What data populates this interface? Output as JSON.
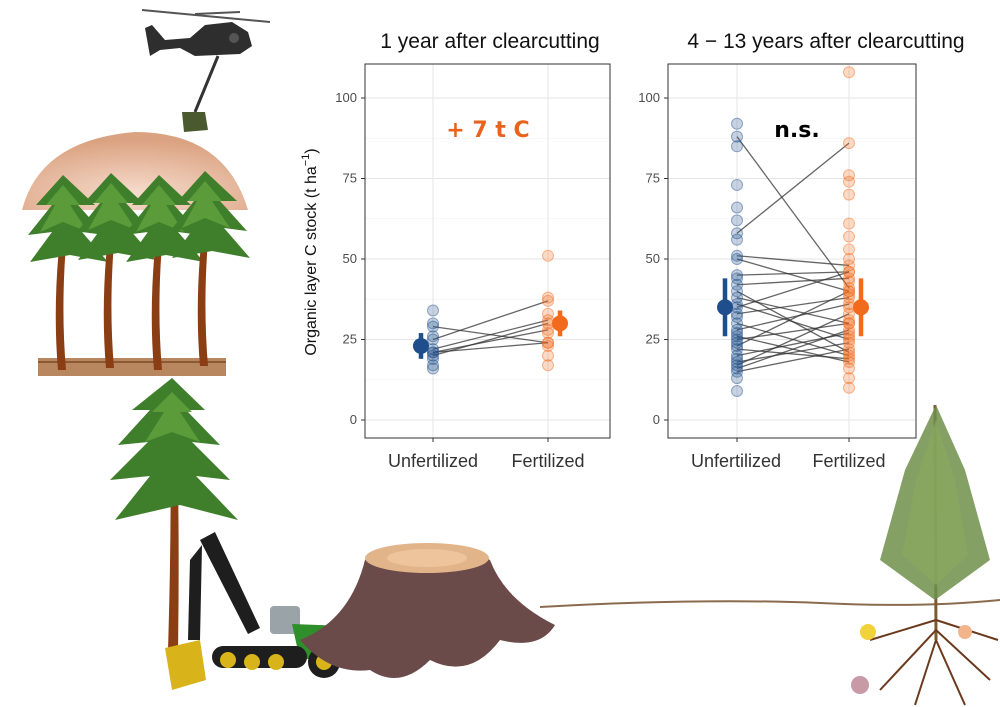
{
  "chart_data": [
    {
      "type": "scatter",
      "title": "1 year after clearcutting",
      "ylabel_main": "Organic layer C stock (t ha",
      "ylabel_unit_sup": "−1",
      "ylabel_close": ")",
      "categories": [
        "Unfertilized",
        "Fertilized"
      ],
      "ylim": [
        -5,
        110
      ],
      "yticks": [
        0,
        25,
        50,
        75,
        100
      ],
      "grid": true,
      "annotation": "+ 7 t C",
      "annotation_color": "#e8641e",
      "colors": {
        "Unfertilized": "#1f4e8c",
        "Fertilized": "#f26b1d"
      },
      "pairs": [
        [
          29,
          24
        ],
        [
          25,
          37
        ],
        [
          22,
          31
        ],
        [
          21,
          28
        ],
        [
          21,
          24
        ],
        [
          20,
          30
        ]
      ],
      "extra_points": {
        "Unfertilized": [
          34,
          30,
          26,
          19,
          17,
          16
        ],
        "Fertilized": [
          51,
          38,
          33,
          27,
          23,
          20,
          17
        ]
      },
      "summary": [
        {
          "group": "Unfertilized",
          "mean": 23,
          "low": 19,
          "high": 27
        },
        {
          "group": "Fertilized",
          "mean": 30,
          "low": 26,
          "high": 34
        }
      ]
    },
    {
      "type": "scatter",
      "title": "4 − 13 years after clearcutting",
      "categories": [
        "Unfertilized",
        "Fertilized"
      ],
      "ylim": [
        -5,
        110
      ],
      "yticks": [
        0,
        25,
        50,
        75,
        100
      ],
      "grid": true,
      "annotation": "n.s.",
      "annotation_color": "#000000",
      "colors": {
        "Unfertilized": "#1f4e8c",
        "Fertilized": "#f26b1d"
      },
      "pairs": [
        [
          88,
          41
        ],
        [
          58,
          86
        ],
        [
          51,
          48
        ],
        [
          50,
          40
        ],
        [
          45,
          46
        ],
        [
          42,
          44
        ],
        [
          40,
          21
        ],
        [
          38,
          30
        ],
        [
          36,
          25
        ],
        [
          35,
          46
        ],
        [
          33,
          38
        ],
        [
          30,
          20
        ],
        [
          28,
          36
        ],
        [
          26,
          18
        ],
        [
          25,
          30
        ],
        [
          23,
          40
        ],
        [
          22,
          19
        ],
        [
          20,
          27
        ],
        [
          18,
          24
        ],
        [
          17,
          33
        ],
        [
          16,
          28
        ],
        [
          15,
          22
        ]
      ],
      "extra_points": {
        "Unfertilized": [
          92,
          85,
          73,
          66,
          62,
          56,
          44,
          32,
          27,
          24,
          19,
          13,
          9
        ],
        "Fertilized": [
          108,
          76,
          74,
          70,
          61,
          57,
          53,
          50,
          43,
          39,
          35,
          31,
          26,
          16,
          13,
          10
        ]
      },
      "summary": [
        {
          "group": "Unfertilized",
          "mean": 35,
          "low": 26,
          "high": 44
        },
        {
          "group": "Fertilized",
          "mean": 35,
          "low": 26,
          "high": 44
        }
      ]
    }
  ],
  "illustration": {
    "helicopter": "helicopter-icon",
    "fertilizer_cloud": "fertilizer-cloud-icon",
    "forest": "pine-forest-icon",
    "harvester": "forest-harvester-icon",
    "stump": "tree-stump-icon",
    "seedling": "pine-seedling-icon"
  }
}
